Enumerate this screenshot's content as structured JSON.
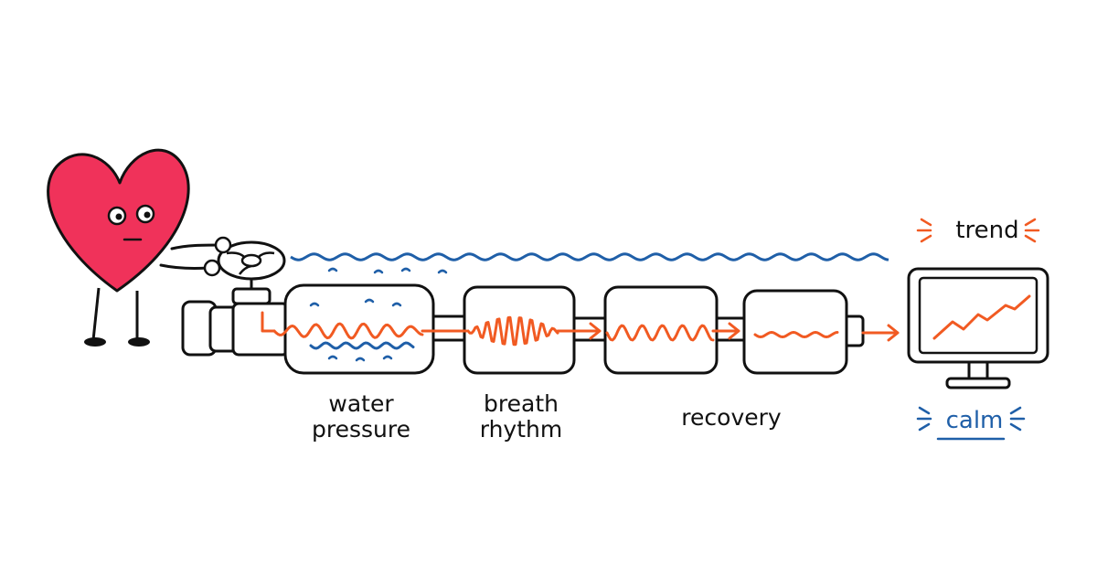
{
  "labels": {
    "water_line1": "water",
    "water_line2": "pressure",
    "breath_line1": "breath",
    "breath_line2": "rhythm",
    "recovery": "recovery",
    "trend": "trend",
    "calm": "calm"
  },
  "colors": {
    "heart": "#f0325a",
    "ink": "#111111",
    "signal": "#f15a22",
    "water": "#1f5fa8"
  },
  "icons": [
    "heart-character",
    "valve-wheel",
    "monitor"
  ]
}
